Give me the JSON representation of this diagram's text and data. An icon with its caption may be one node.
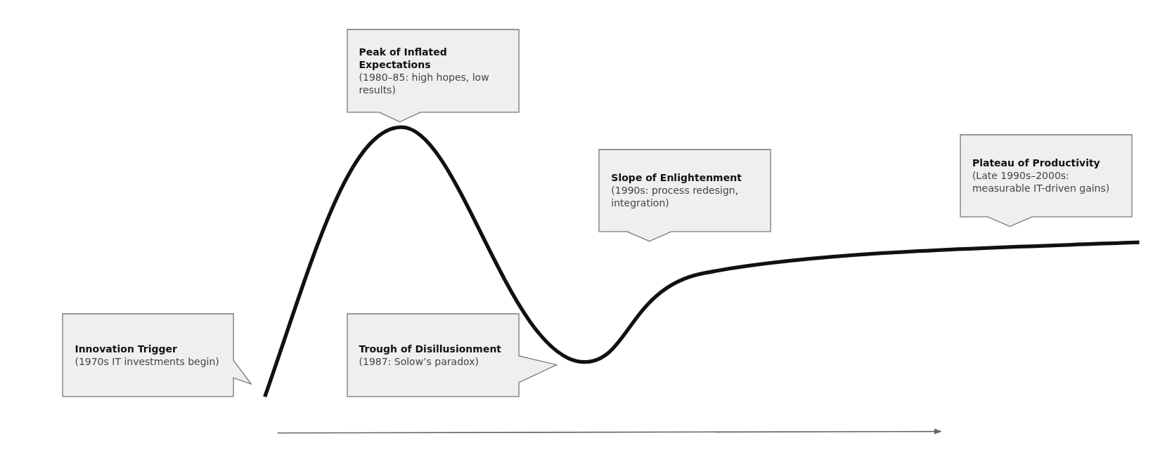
{
  "diagram": {
    "nodes": [
      {
        "text": [
          "Innovation Trigger",
          "(1970s IT investments begin)"
        ]
      },
      {
        "text": [
          "Peak of Inflated Expectations",
          "(1980–85: high hopes, low results)"
        ]
      },
      {
        "text": [
          "Trough of Disillusionment",
          "(1987: Solow’s paradox)"
        ]
      },
      {
        "text": [
          "Slope of Enlightenment",
          "(1990s: process redesign, integration)"
        ]
      },
      {
        "text": [
          "Plateau of Productivity",
          "(Late 1990s–2000s: measurable IT-driven gains)"
        ]
      }
    ]
  }
}
